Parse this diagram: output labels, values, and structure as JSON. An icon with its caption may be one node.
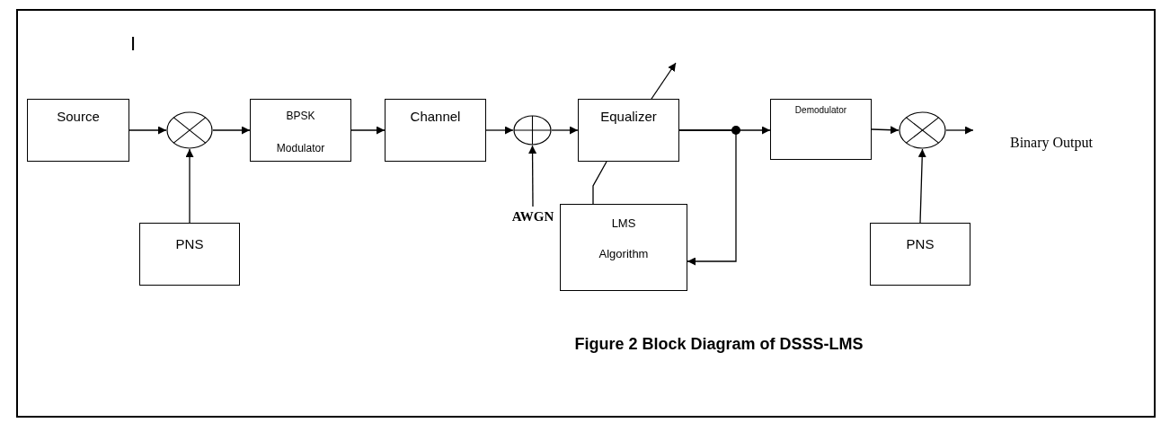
{
  "diagram": {
    "caption": "Figure 2 Block Diagram of DSSS-LMS",
    "nodes": [
      {
        "text": [
          "Source"
        ]
      },
      {
        "text": [],
        "shape": "circle"
      },
      {
        "text": [
          "BPSK Modulator"
        ]
      },
      {
        "text": [
          "Channel"
        ]
      },
      {
        "text": [],
        "shape": "circle"
      },
      {
        "text": [
          "Equalizer"
        ]
      },
      {
        "text": [
          "Demodulator"
        ]
      },
      {
        "text": [],
        "shape": "circle"
      },
      {
        "text": [
          "PNS"
        ]
      },
      {
        "text": [
          "LMS Algorithm"
        ]
      },
      {
        "text": [
          "PNS"
        ]
      },
      {
        "text": [
          "AWGN"
        ]
      }
    ],
    "edges": [
      {
        "from": 0,
        "to": 1,
        "arrow": "to"
      },
      {
        "from": 8,
        "to": 1,
        "arrow": "to"
      },
      {
        "from": 1,
        "to": 2,
        "arrow": "to"
      },
      {
        "from": 2,
        "to": 3,
        "arrow": "to"
      },
      {
        "from": 3,
        "to": 4,
        "arrow": "to"
      },
      {
        "from": 11,
        "to": 4,
        "arrow": "to"
      },
      {
        "from": 4,
        "to": 5,
        "arrow": "to"
      },
      {
        "from": 5,
        "to": 6,
        "arrow": "to"
      },
      {
        "from": 5,
        "to": 9,
        "arrow": "to"
      },
      {
        "from": 9,
        "to": 5,
        "arrow": "none"
      },
      {
        "from": 6,
        "to": 7,
        "arrow": "to"
      },
      {
        "from": 10,
        "to": 7,
        "arrow": "to"
      },
      {
        "from": 7,
        "to": null,
        "arrow": "to"
      }
    ],
    "labels": [
      "I",
      "Binary Output"
    ]
  }
}
